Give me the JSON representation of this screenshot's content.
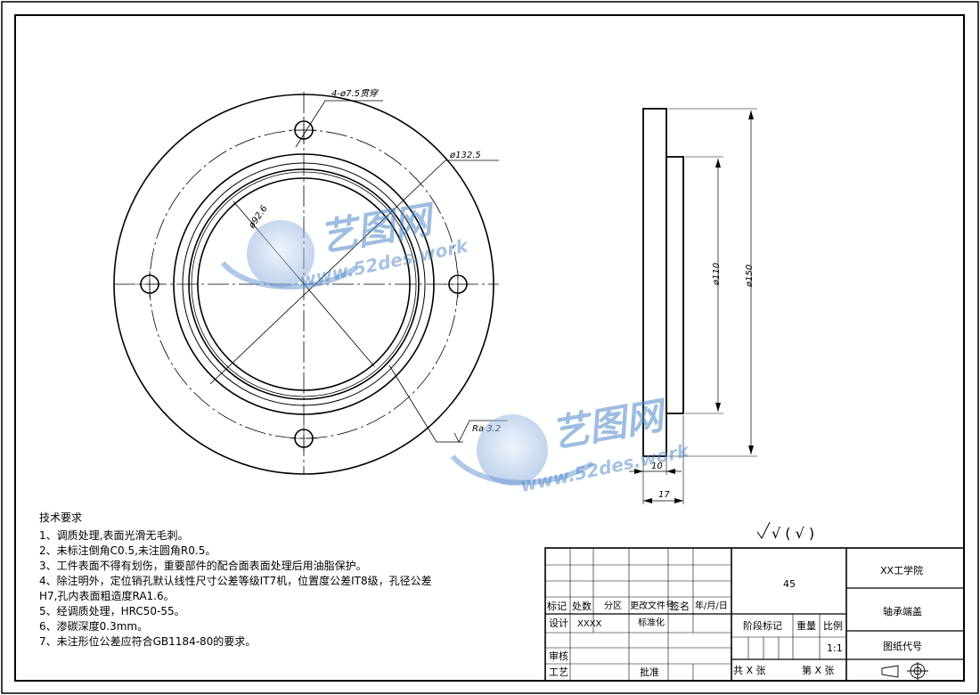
{
  "views": {
    "front": {
      "label_holes": "4-ø7.5贯穿",
      "label_pcd": "ø132.5",
      "label_inner": "ø92.6",
      "label_roughness": "Ra 3.2"
    },
    "side": {
      "label_d110": "ø110",
      "label_d150": "ø150",
      "label_w10": "10",
      "label_w17": "17"
    }
  },
  "surface_symbol": "√ ( √ )",
  "tech_requirements": {
    "title": "技术要求",
    "items": [
      "1、调质处理,表面光滑无毛刺。",
      "2、未标注倒角C0.5,未注圆角R0.5。",
      "3、工件表面不得有划伤，重要部件的配合面表面处理后用油脂保护。",
      "4、除注明外，定位销孔默认线性尺寸公差等级IT7机，位置度公差IT8级，孔径公差",
      "H7,孔内表面粗造度RA1.6。",
      "5、经调质处理，HRC50-55。",
      "6、渗碳深度0.3mm。",
      "7、未注形位公差应符合GB1184-80的要求。"
    ]
  },
  "title_block": {
    "material": "45",
    "school": "XX工学院",
    "part_name": "轴承端盖",
    "drawing_no_label": "图纸代号",
    "col_mark": "标记",
    "col_count": "处数",
    "col_zone": "分区",
    "col_doc": "更改文件号",
    "col_sign": "签名",
    "col_date": "年/月/日",
    "design": "设计",
    "designer": "XXXX",
    "standardize": "标准化",
    "review": "审核",
    "process": "工艺",
    "approve": "批准",
    "stage_mark": "阶段标记",
    "weight": "重量",
    "scale_label": "比例",
    "scale": "1:1",
    "total": "共 X 张",
    "sheet_no": "第 X 张"
  },
  "watermark": {
    "cn": "艺图网",
    "en": "www.52des.work"
  }
}
